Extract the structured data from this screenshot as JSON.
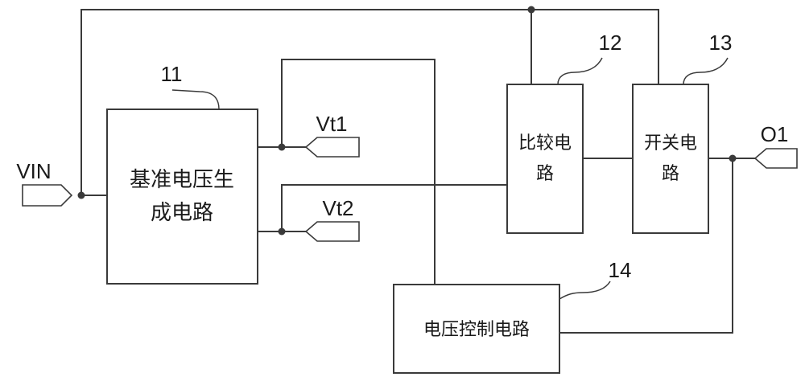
{
  "blocks": {
    "reference": {
      "line1": "基准电压生",
      "line2": "成电路",
      "ref": "11"
    },
    "comparator": {
      "line1": "比较电",
      "line2": "路",
      "ref": "12"
    },
    "switch": {
      "line1": "开关电",
      "line2": "路",
      "ref": "13"
    },
    "voltage_control": {
      "line1": "电压控制电路",
      "ref": "14"
    }
  },
  "ports": {
    "vin": "VIN",
    "vt1": "Vt1",
    "vt2": "Vt2",
    "o1": "O1"
  },
  "colors": {
    "stroke": "#3a3a3a",
    "text": "#1a1a1a",
    "background": "#ffffff"
  }
}
